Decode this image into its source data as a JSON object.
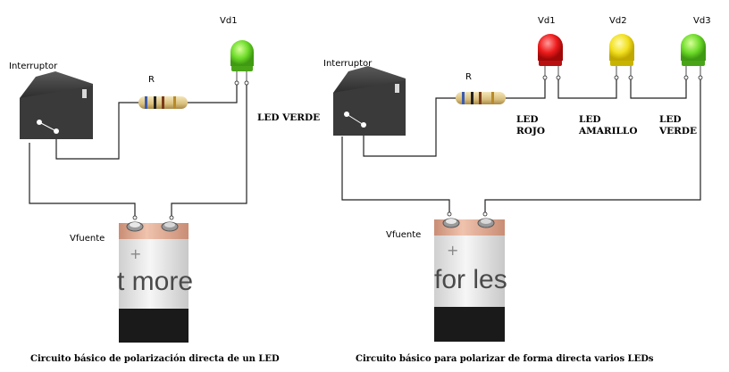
{
  "left_circuit": {
    "switch_label": "Interruptor",
    "resistor_label": "R",
    "led_label": "Vd1",
    "led_color_label": "LED VERDE",
    "led_color": "#6edc2a",
    "battery_label": "Vfuente",
    "battery_print": "t more",
    "caption": "Circuito básico de polarización directa de un LED"
  },
  "right_circuit": {
    "switch_label": "Interruptor",
    "resistor_label": "R",
    "leds": [
      {
        "label": "Vd1",
        "color_line1": "LED",
        "color_line2": "ROJO",
        "color": "#ee1c1c"
      },
      {
        "label": "Vd2",
        "color_line1": "LED",
        "color_line2": "AMARILLO",
        "color": "#f2e020"
      },
      {
        "label": "Vd3",
        "color_line1": "LED",
        "color_line2": "VERDE",
        "color": "#6edc2a"
      }
    ],
    "battery_label": "Vfuente",
    "battery_print": "for les",
    "caption": "Circuito básico para polarizar de forma directa varios LEDs"
  },
  "battery_terminal_plus": "+",
  "colors": {
    "wire": "#222222",
    "switch": "#3a3a3a",
    "resistor": "#e7d29a",
    "battery_top": "#e8b49c",
    "battery_bottom": "#1a1a1a"
  }
}
